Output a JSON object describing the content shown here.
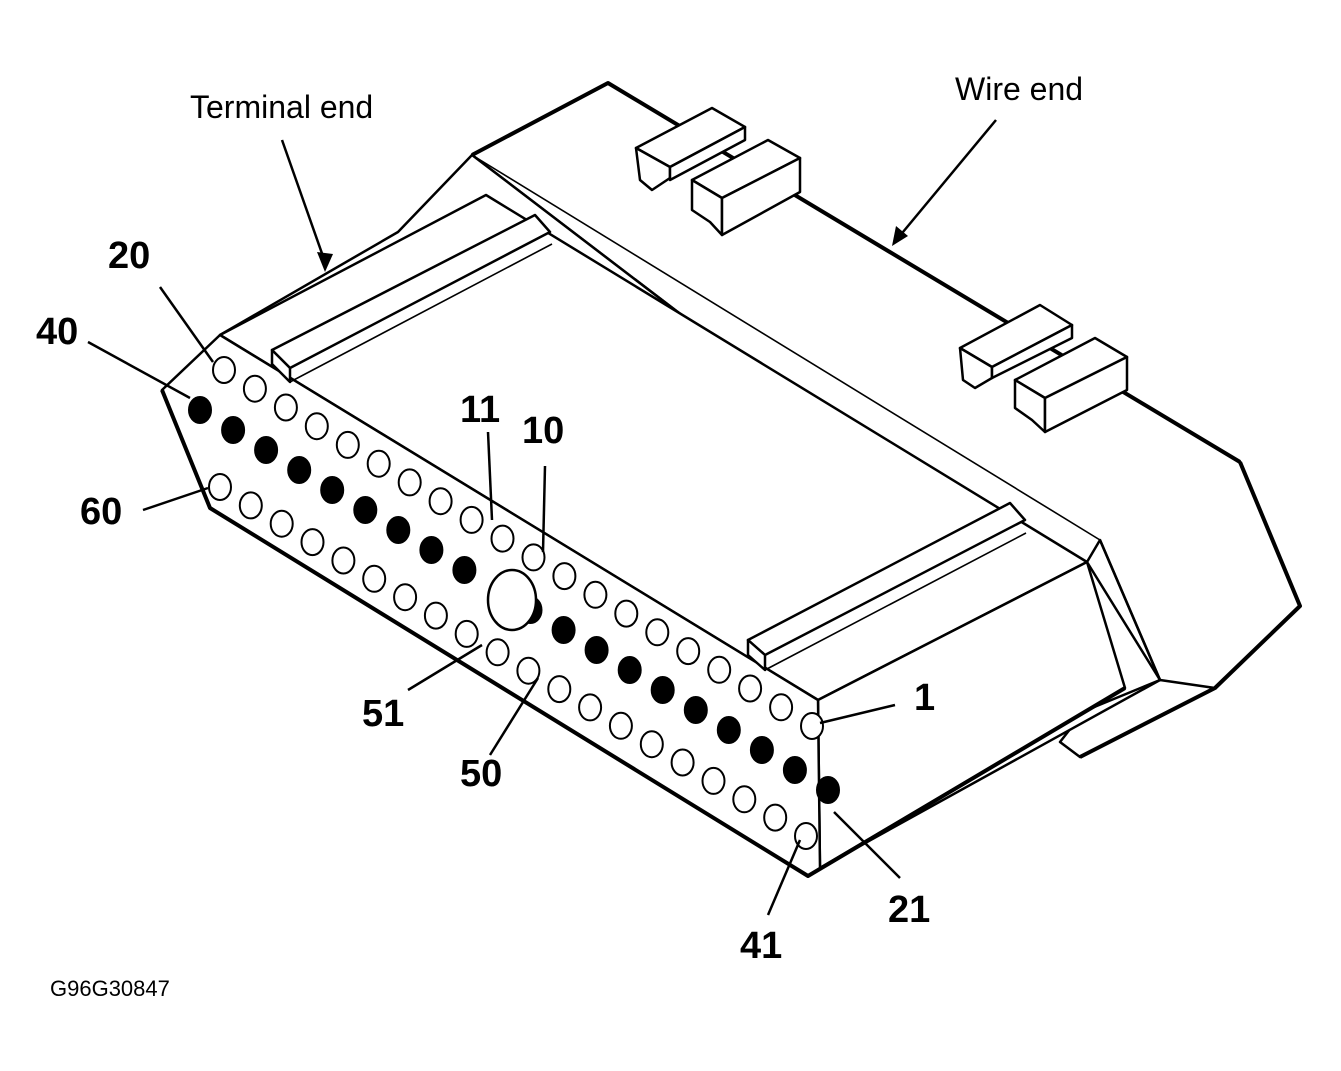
{
  "labels": {
    "terminal_end": "Terminal end",
    "wire_end": "Wire end",
    "pin_20": "20",
    "pin_40": "40",
    "pin_60": "60",
    "pin_11": "11",
    "pin_10": "10",
    "pin_51": "51",
    "pin_50": "50",
    "pin_1": "1",
    "pin_21": "21",
    "pin_41": "41",
    "figure_code": "G96G30847"
  },
  "pin_rows": {
    "top_row_filled": false,
    "middle_row_filled": true,
    "bottom_row_filled": false,
    "pins_per_row": 20,
    "rows": 3
  }
}
